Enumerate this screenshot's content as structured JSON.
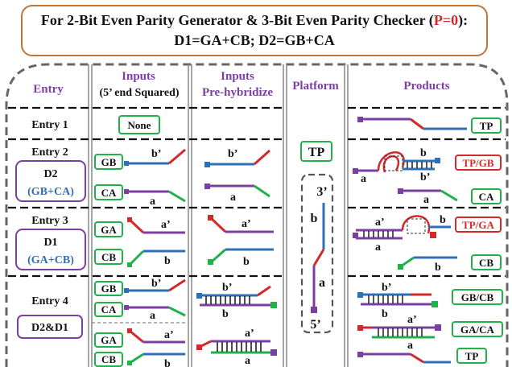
{
  "title": {
    "line1_pre": "For 2-Bit Even Parity Generator & 3-Bit Even Parity Checker (",
    "line1_p": "P=0",
    "line1_post": "):",
    "line2": "D1=GA+CB; D2=GB+CA"
  },
  "headers": {
    "entry": "Entry",
    "inputs1_a": "Inputs",
    "inputs1_b": "(5’ end Squared)",
    "inputs2_a": "Inputs",
    "inputs2_b": "Pre-hybridize",
    "platform": "Platform",
    "products": "Products"
  },
  "entries": {
    "e1": "Entry 1",
    "e2": "Entry 2",
    "e2_box_a": "D2",
    "e2_box_b": "(GB+CA)",
    "e3": "Entry 3",
    "e3_box_a": "D1",
    "e3_box_b": "(GA+CB)",
    "e4": "Entry 4",
    "e4_box": "D2&D1"
  },
  "strand_labels": {
    "none": "None",
    "gb": "GB",
    "ca": "CA",
    "ga": "GA",
    "cb": "CB",
    "b_prime": "b’",
    "a_prime": "a’",
    "a": "a",
    "b": "b"
  },
  "platform": {
    "tp": "TP",
    "three_prime": "3’",
    "five_prime": "5’",
    "b": "b",
    "a": "a"
  },
  "products": {
    "tp": "TP",
    "tp_gb": "TP/GB",
    "ca": "CA",
    "tp_ga": "TP/GA",
    "cb": "CB",
    "gb_cb": "GB/CB",
    "ga_ca": "GA/CA",
    "tp2": "TP"
  },
  "colors": {
    "purple": "#7b3fa3",
    "blue": "#2f6fb5",
    "red": "#d22a2a",
    "green": "#22b04b",
    "orange_border": "#c0763a",
    "dashed_grey": "#666666"
  }
}
